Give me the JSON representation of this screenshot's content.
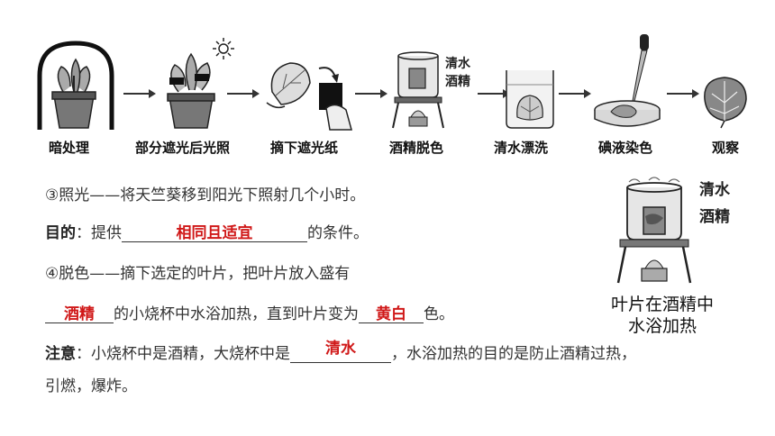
{
  "process": {
    "steps": [
      {
        "label": "暗处理",
        "icon": "dark-pot-plant-icon"
      },
      {
        "label": "部分遮光后光照",
        "icon": "sunlit-covered-plant-icon"
      },
      {
        "label": "摘下遮光纸",
        "icon": "remove-cover-leaf-icon"
      },
      {
        "label": "酒精脱色",
        "icon": "water-bath-beaker-icon"
      },
      {
        "label": "清水漂洗",
        "icon": "rinse-beaker-icon"
      },
      {
        "label": "碘液染色",
        "icon": "iodine-dish-dropper-icon"
      },
      {
        "label": "观察",
        "icon": "stained-leaf-icon"
      }
    ],
    "bath_labels": {
      "water": "清水",
      "alcohol": "酒精"
    }
  },
  "side_figure": {
    "labels": {
      "water": "清水",
      "alcohol": "酒精"
    },
    "caption_line1": "叶片在酒精中",
    "caption_line2": "水浴加热"
  },
  "text": {
    "line1": "③照光——将天竺葵移到阳光下照射几个小时。",
    "line2_prefix": "目的",
    "line2_a": "：提供",
    "line2_answer": "相同且适宜",
    "line2_b": "的条件。",
    "line3": "④脱色——摘下选定的叶片，把叶片放入盛有",
    "line4_answer1": "酒精",
    "line4_a": "的小烧杯中水浴加热，直到叶片变为",
    "line4_answer2": "黄白",
    "line4_b": "色。",
    "line5_prefix": "注意",
    "line5_a": "：小烧杯中是酒精，大烧杯中是",
    "line5_answer": "清水",
    "line5_b": "，水浴加热的目的是防止酒精过热，",
    "line6": "引燃，爆炸。"
  },
  "colors": {
    "answer": "#d01818",
    "text": "#333333"
  }
}
